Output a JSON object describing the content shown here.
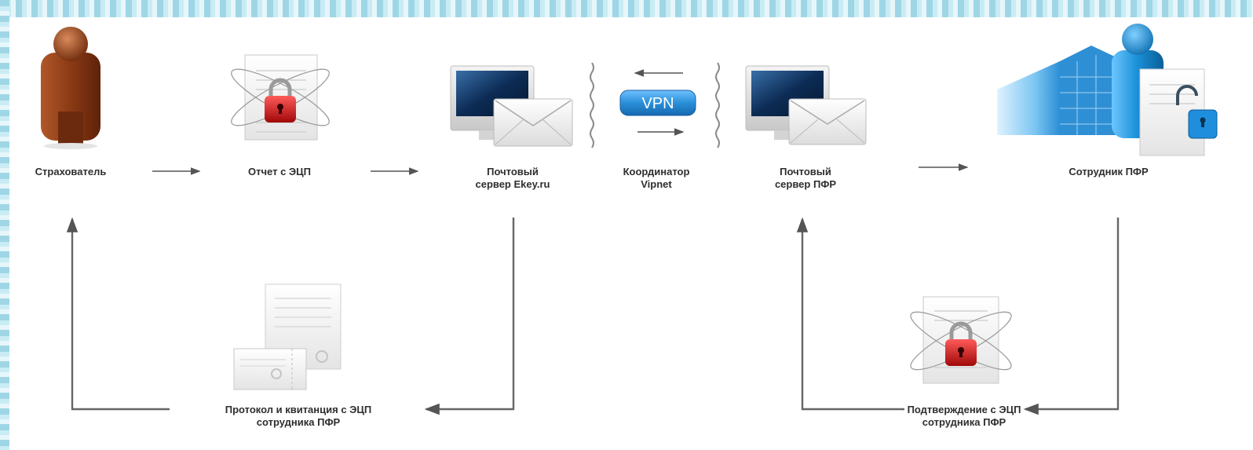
{
  "labels": {
    "insurer": "Страхователь",
    "report": "Отчет с ЭЦП",
    "mail_server_ekey": "Почтовый\nсервер Ekey.ru",
    "coordinator": "Координатор\nVipnet",
    "mail_server_pfr": "Почтовый\nсервер ПФР",
    "pfr_employee": "Сотрудник ПФР",
    "protocol": "Протокол и квитанция с ЭЦП\nсотрудника ПФР",
    "confirmation": "Подтверждение с ЭЦП\nсотрудника ПФР"
  },
  "vpn_badge": "VPN",
  "icons": [
    "person-icon",
    "signed-document-icon",
    "mail-server-icon",
    "vpn-tunnel-icon",
    "building-icon",
    "document-stack-icon"
  ],
  "colors": {
    "person_brown": "#8b3a14",
    "person_blue": "#1a8fd6",
    "lock_red": "#d21414",
    "vpn_blue": "#2a8fd8",
    "building_blue": "#3aa2e6",
    "arrow": "#555555"
  }
}
